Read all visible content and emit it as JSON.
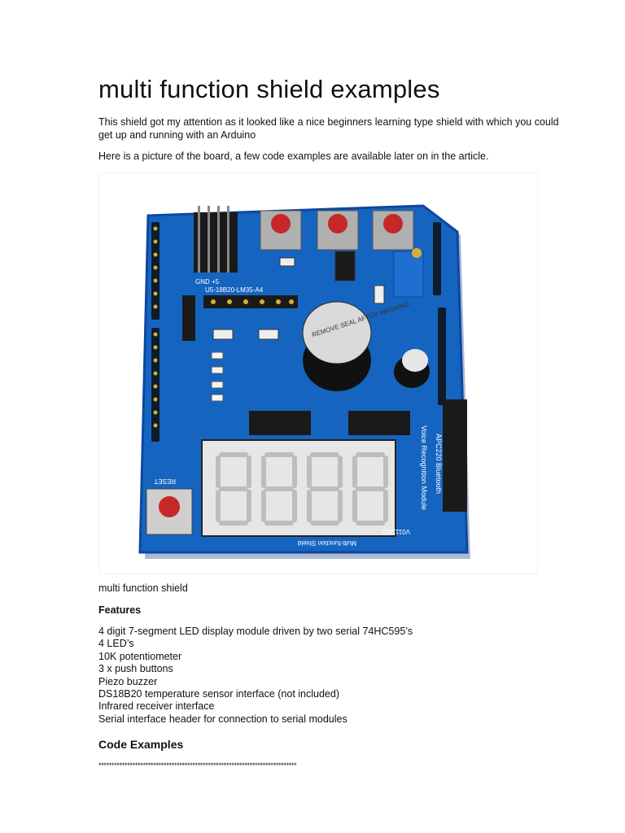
{
  "document": {
    "title": "multi function shield examples",
    "intro": "This shield got my attention as it looked like a nice beginners learning type shield with which you could get up and running with an Arduino",
    "picture_intro": "Here is a picture of the board, a few code examples are available later on in the article.",
    "board_labels": {
      "reset": "RESET",
      "display_module": "V0111412",
      "shield_name": "Multi-function Shield",
      "remove_seal": "REMOVE SEAL AFTER WASHING",
      "bluetooth": "APC220 Bluetooth",
      "voice": "Voice Recognition Module",
      "sensor": "U5-18B20-LM35-A4",
      "gnd5": "GND +5"
    },
    "caption": "multi function shield",
    "features_heading": "Features",
    "features": [
      "4 digit 7-segment LED display module driven by two serial 74HC595’s",
      "4 LED’s",
      "10K potentiometer",
      "3 x push buttons",
      "Piezo buzzer",
      "DS18B20 temperature sensor interface (not included)",
      "Infrared receiver interface",
      "Serial interface header for connection to serial modules"
    ],
    "code_heading": "Code Examples",
    "separator": "****************************************************************************"
  },
  "colors": {
    "board": "#1565c0",
    "board_dark": "#0d47a1",
    "button_red": "#c62828",
    "header_black": "#1a1a1a",
    "display_bg": "#e8e8e8",
    "segment": "#c8c8c8"
  }
}
